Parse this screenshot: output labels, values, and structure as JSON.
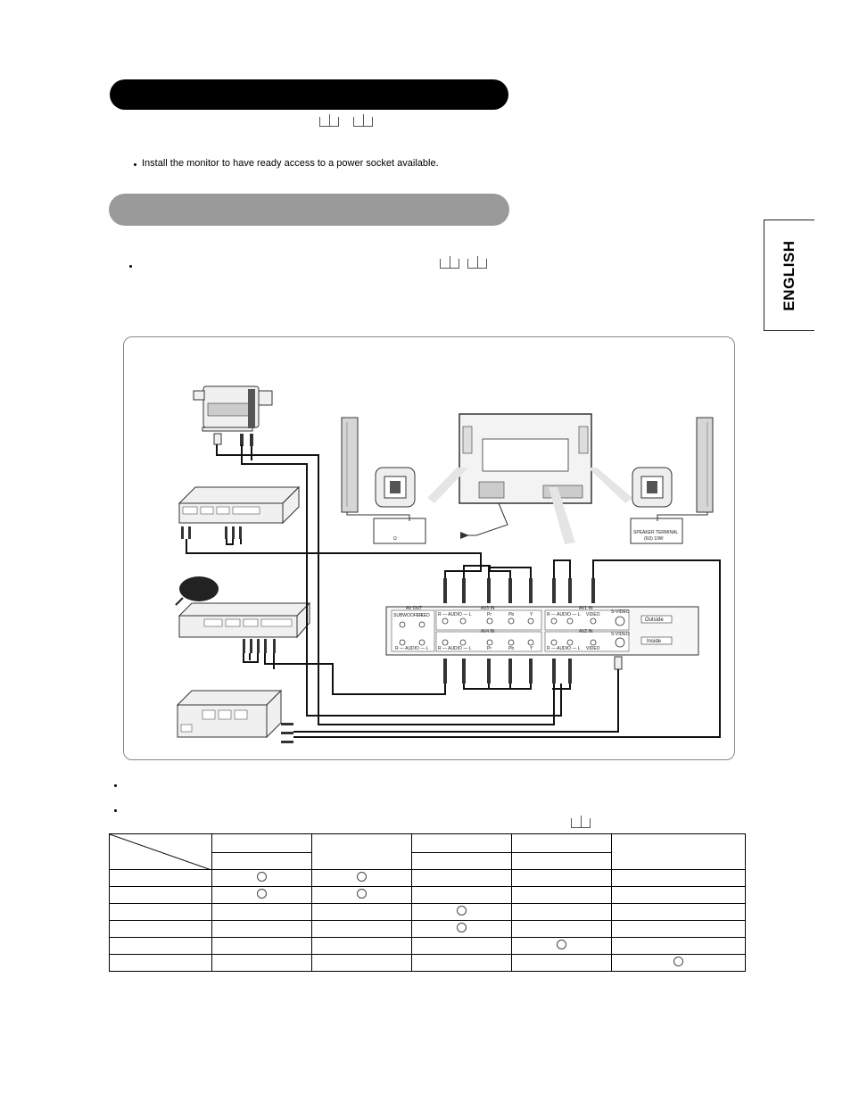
{
  "header_bar": {},
  "bullets": {
    "install_note": "Install the monitor to have ready access to a power socket available."
  },
  "side_tab": {
    "language": "ENGLISH"
  },
  "diagram": {
    "speaker_right_label": "SPEAKER TERMINAL",
    "speaker_right_spec": "(6Ω) 10W",
    "speaker_left_spec": "Ω",
    "panel_left_title": "AV OUT",
    "panel_left_sub1": "SUBWOOFER",
    "panel_left_sub2": "FIXED",
    "panel_left_audio": "R — AUDIO — L",
    "av3_title": "AV3 IN",
    "av4_title": "AV4 IN",
    "av1_title": "AV1 IN",
    "av2_title": "AV2 IN",
    "audio_label": "R — AUDIO — L",
    "pr_label": "Pr",
    "pb_label": "Pb",
    "y_label": "Y",
    "video_label": "VIDEO",
    "svideo1_label": "S-VIDEO",
    "svideo2_label": "S-VIDEO",
    "outside_label": "Outside",
    "inside_label": "Inside"
  },
  "table": {
    "marks": [
      [
        1,
        2
      ],
      [
        1,
        2
      ],
      [
        3
      ],
      [
        3
      ],
      [
        4
      ],
      [
        5
      ]
    ]
  }
}
